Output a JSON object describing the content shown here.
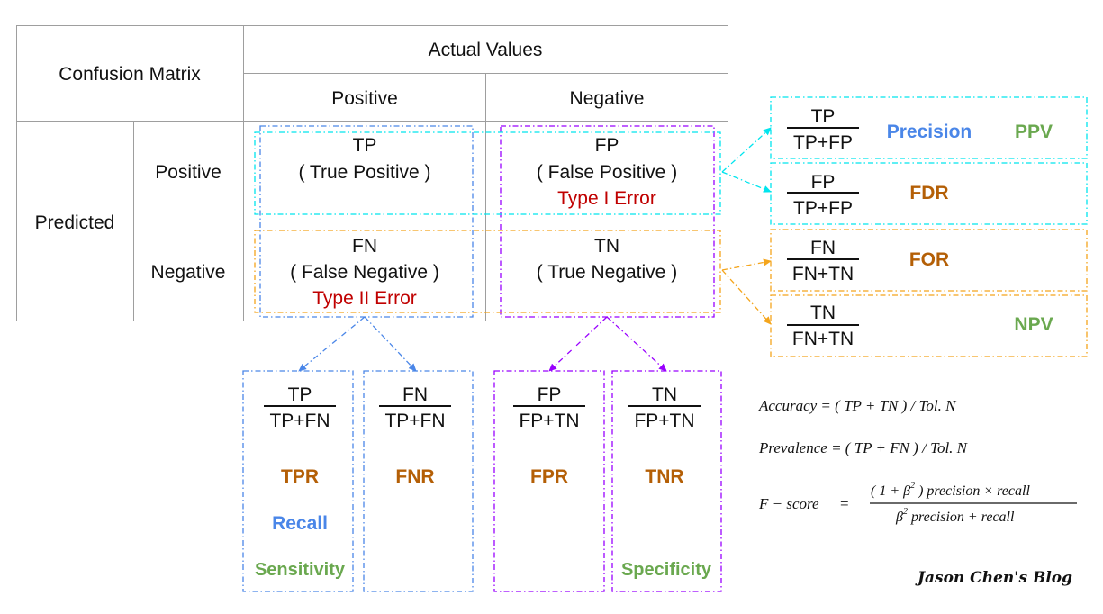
{
  "colors": {
    "grid": "#9e9e9e",
    "black": "#111111",
    "red": "#c00000",
    "blue": "#4a86e8",
    "cyan": "#00e5ee",
    "purple": "#9900ff",
    "orange": "#f4a51c",
    "brown": "#b45f06",
    "green": "#6aa84f"
  },
  "table": {
    "title": "Confusion Matrix",
    "actual_header": "Actual Values",
    "actual_positive": "Positive",
    "actual_negative": "Negative",
    "predicted_header": "Predicted",
    "predicted_positive": "Positive",
    "predicted_negative": "Negative",
    "cells": {
      "tp": {
        "abbr": "TP",
        "full": "( True Positive )",
        "error": ""
      },
      "fp": {
        "abbr": "FP",
        "full": "( False Positive )",
        "error": "Type I Error"
      },
      "fn": {
        "abbr": "FN",
        "full": "( False Negative )",
        "error": "Type II Error"
      },
      "tn": {
        "abbr": "TN",
        "full": "( True Negative )",
        "error": ""
      }
    }
  },
  "right_metrics": {
    "ppv": {
      "numerator": "TP",
      "denominator": "TP+FP",
      "name": "Precision",
      "alias": "PPV"
    },
    "fdr": {
      "numerator": "FP",
      "denominator": "TP+FP",
      "name": "FDR"
    },
    "for": {
      "numerator": "FN",
      "denominator": "FN+TN",
      "name": "FOR"
    },
    "npv": {
      "numerator": "TN",
      "denominator": "FN+TN",
      "alias": "NPV"
    }
  },
  "bottom_metrics": {
    "tpr": {
      "numerator": "TP",
      "denominator": "TP+FN",
      "name": "TPR",
      "alias1": "Recall",
      "alias2": "Sensitivity"
    },
    "fnr": {
      "numerator": "FN",
      "denominator": "TP+FN",
      "name": "FNR"
    },
    "fpr": {
      "numerator": "FP",
      "denominator": "FP+TN",
      "name": "FPR"
    },
    "tnr": {
      "numerator": "TN",
      "denominator": "FP+TN",
      "name": "TNR",
      "alias2": "Specificity"
    }
  },
  "formulas": {
    "accuracy": "Accuracy = ( TP + TN ) / Tol. N",
    "prevalence": "Prevalence = ( TP + FN ) / Tol. N",
    "fscore_lhs": "F − score",
    "fscore_eq": "=",
    "fscore_num_a": "( 1 + β",
    "fscore_num_exp": "2",
    "fscore_num_b": " ) precision  ×  recall",
    "fscore_den_a": "β",
    "fscore_den_exp": "2",
    "fscore_den_b": " precision  +  recall"
  },
  "signature": "Jason Chen's Blog"
}
